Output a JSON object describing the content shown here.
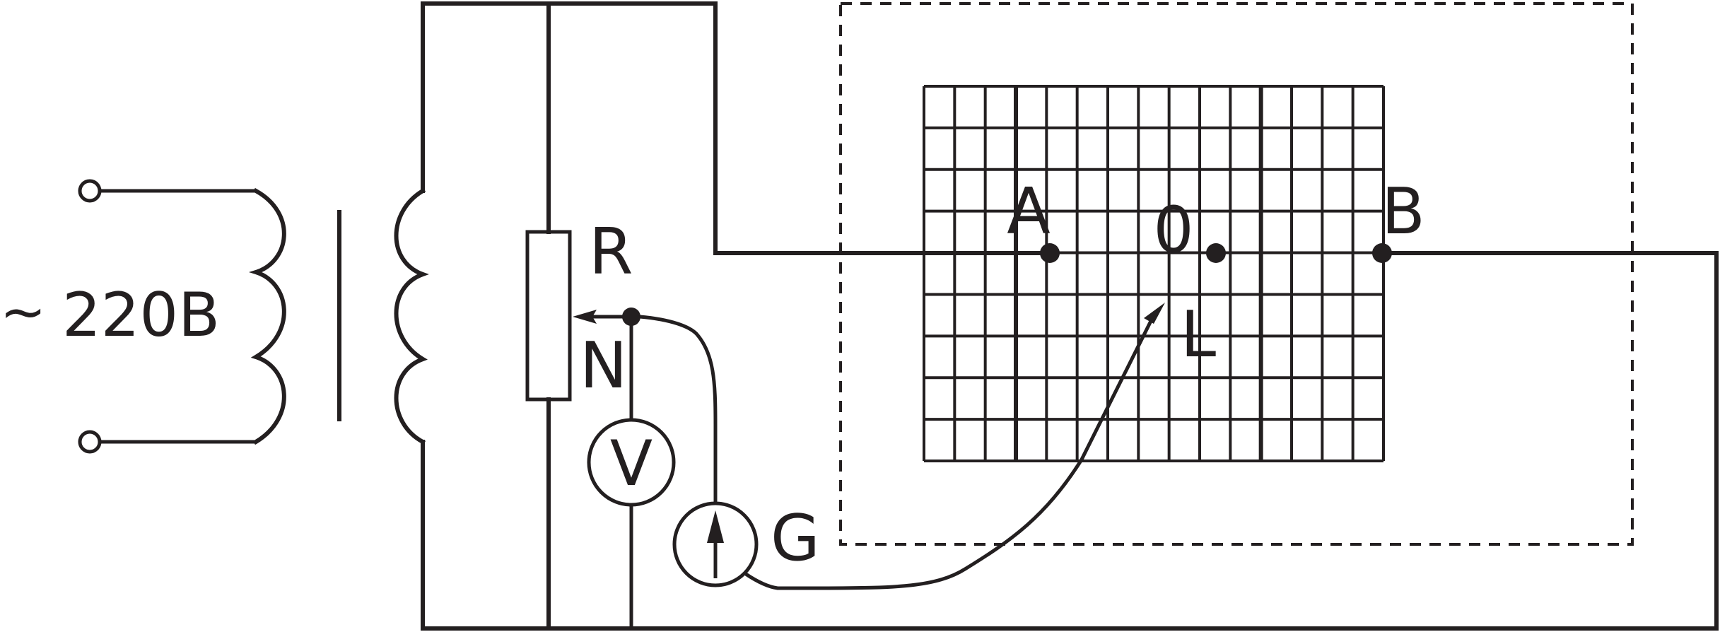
{
  "source": {
    "label": "220B",
    "tilde": "~"
  },
  "labels": {
    "R": "R",
    "N": "N",
    "V": "V",
    "G": "G",
    "A": "A",
    "O": "0",
    "B": "B",
    "L": "L"
  },
  "grid": {
    "columns": 15,
    "rows": 9
  },
  "colors": {
    "ink": "#231f20",
    "background": "#ffffff"
  }
}
